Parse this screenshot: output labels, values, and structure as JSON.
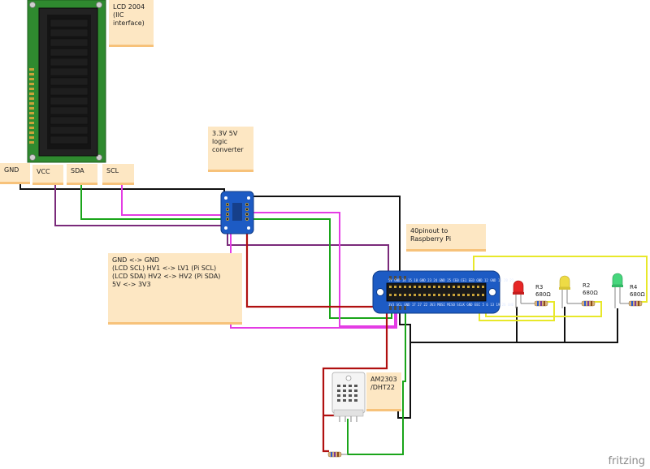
{
  "notes": {
    "lcd": "LCD 2004\n(IIC\ninterface)",
    "converter": "3.3V 5V\nlogic\nconverter",
    "mapping": "GND <-> GND\n(LCD SCL) HV1 <-> LV1 (Pi SCL)\n(LCD SDA) HV2 <-> HV2 (Pi SDA)\n5V <-> 3V3",
    "pinout": "40pinout to\nRaspberry Pi",
    "sensor": "AM2303\n/DHT22"
  },
  "pins": {
    "gnd": "GND",
    "vcc": "VCC",
    "sda": "SDA",
    "scl": "SCL"
  },
  "resistors": [
    {
      "id": "R3",
      "value": "680Ω"
    },
    {
      "id": "R2",
      "value": "680Ω"
    },
    {
      "id": "R4",
      "value": "680Ω"
    }
  ],
  "pi_pin_labels": {
    "top": "5V GND 14 15 18 GND 23 24 GND 25 CE0 CE1 EED GND 12 GND 16 20 21",
    "bottom": "3V3 SCL GND 17 27 22 3V3 MOSI MISO SCLK GND EEC 5 6 13 19 26 GND"
  },
  "watermark": "fritzing",
  "colors": {
    "wire_black": "#111111",
    "wire_purple": "#7a2a7a",
    "wire_green": "#1aa51a",
    "wire_magenta": "#e43ce4",
    "wire_red": "#b01010",
    "wire_yellow": "#e8e82a",
    "board_blue": "#1d5bc4",
    "lcd_green": "#2f8a2f",
    "note_fill": "#fde7c3",
    "led_red": "#e62626",
    "led_yellow": "#eedb45",
    "led_green": "#46d67c"
  }
}
